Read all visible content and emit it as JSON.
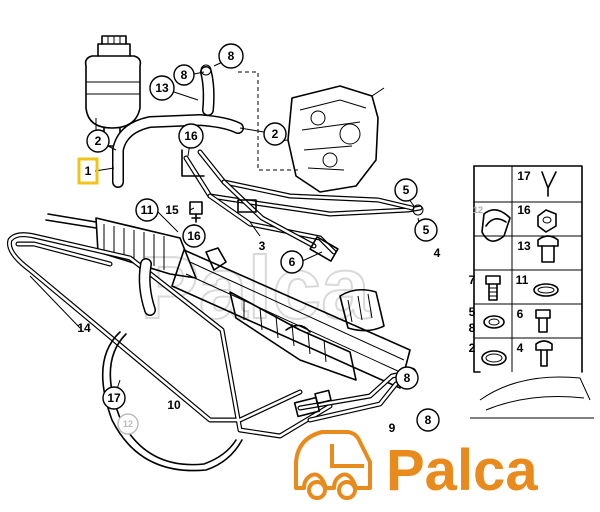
{
  "diagram": {
    "highlight_color": "#f2c418",
    "callouts_circled": [
      {
        "id": "c8a",
        "label": "8"
      },
      {
        "id": "c8b",
        "label": "8"
      },
      {
        "id": "c13",
        "label": "13"
      },
      {
        "id": "c2a",
        "label": "2"
      },
      {
        "id": "c2b",
        "label": "2"
      },
      {
        "id": "c16a",
        "label": "16"
      },
      {
        "id": "c16b",
        "label": "16"
      },
      {
        "id": "c11",
        "label": "11"
      },
      {
        "id": "c5a",
        "label": "5"
      },
      {
        "id": "c5b",
        "label": "5"
      },
      {
        "id": "c6",
        "label": "6"
      },
      {
        "id": "c8c",
        "label": "8"
      },
      {
        "id": "c8d",
        "label": "8"
      },
      {
        "id": "c17",
        "label": "17"
      },
      {
        "id": "c12a",
        "label": "12"
      },
      {
        "id": "c12b",
        "label": "12"
      }
    ],
    "callouts_plain": [
      {
        "id": "p15",
        "label": "15"
      },
      {
        "id": "p3",
        "label": "3"
      },
      {
        "id": "p4",
        "label": "4"
      },
      {
        "id": "p14",
        "label": "14"
      },
      {
        "id": "p10",
        "label": "10"
      },
      {
        "id": "p9",
        "label": "9"
      }
    ],
    "highlighted_callout": {
      "label": "1"
    },
    "watermark": "Palca"
  },
  "legend": {
    "items": [
      {
        "label": "17",
        "icon": "clip-icon"
      },
      {
        "label": "12",
        "icon": "bracket-icon"
      },
      {
        "label": "16",
        "icon": "nut-icon"
      },
      {
        "label": "13",
        "icon": "banjo-bolt-icon"
      },
      {
        "label": "11",
        "icon": "bolt-icon"
      },
      {
        "label": "7",
        "icon": "bolt-icon"
      },
      {
        "label": "6",
        "icon": "bolt-icon"
      },
      {
        "label": "5",
        "icon": "washer-icon"
      },
      {
        "label": "8",
        "icon": "washer-icon"
      },
      {
        "label": "4",
        "icon": "screw-icon"
      },
      {
        "label": "2",
        "icon": "hose-clamp-icon"
      }
    ]
  },
  "logo": {
    "text": "Palca",
    "icon": "truck-icon",
    "color": "#e98a1c"
  }
}
